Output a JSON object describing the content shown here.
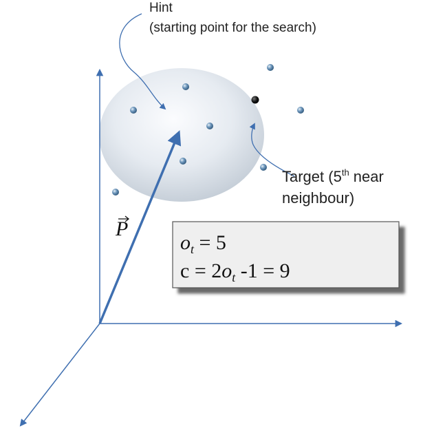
{
  "hint": {
    "line1": "Hint",
    "line2": "(starting point for the search)"
  },
  "target": {
    "line1_pre": "Target (5",
    "line1_sup": "th",
    "line1_post": " near",
    "line2": "neighbour)"
  },
  "vector_label": "P",
  "formula": {
    "line1_var": "o",
    "line1_sub": "t",
    "line1_rest": " = 5",
    "line2_pre": "c = 2",
    "line2_var": "o",
    "line2_sub": "t",
    "line2_rest": " -1 = 9"
  },
  "colors": {
    "axis": "#3f6fb0",
    "vector": "#3f6fb0",
    "sphere_light": "#f7f9fc",
    "sphere_dark": "#c9d2dc",
    "point": "#4a7ca8",
    "target_point": "#111111",
    "callout": "#3f6fb0"
  }
}
